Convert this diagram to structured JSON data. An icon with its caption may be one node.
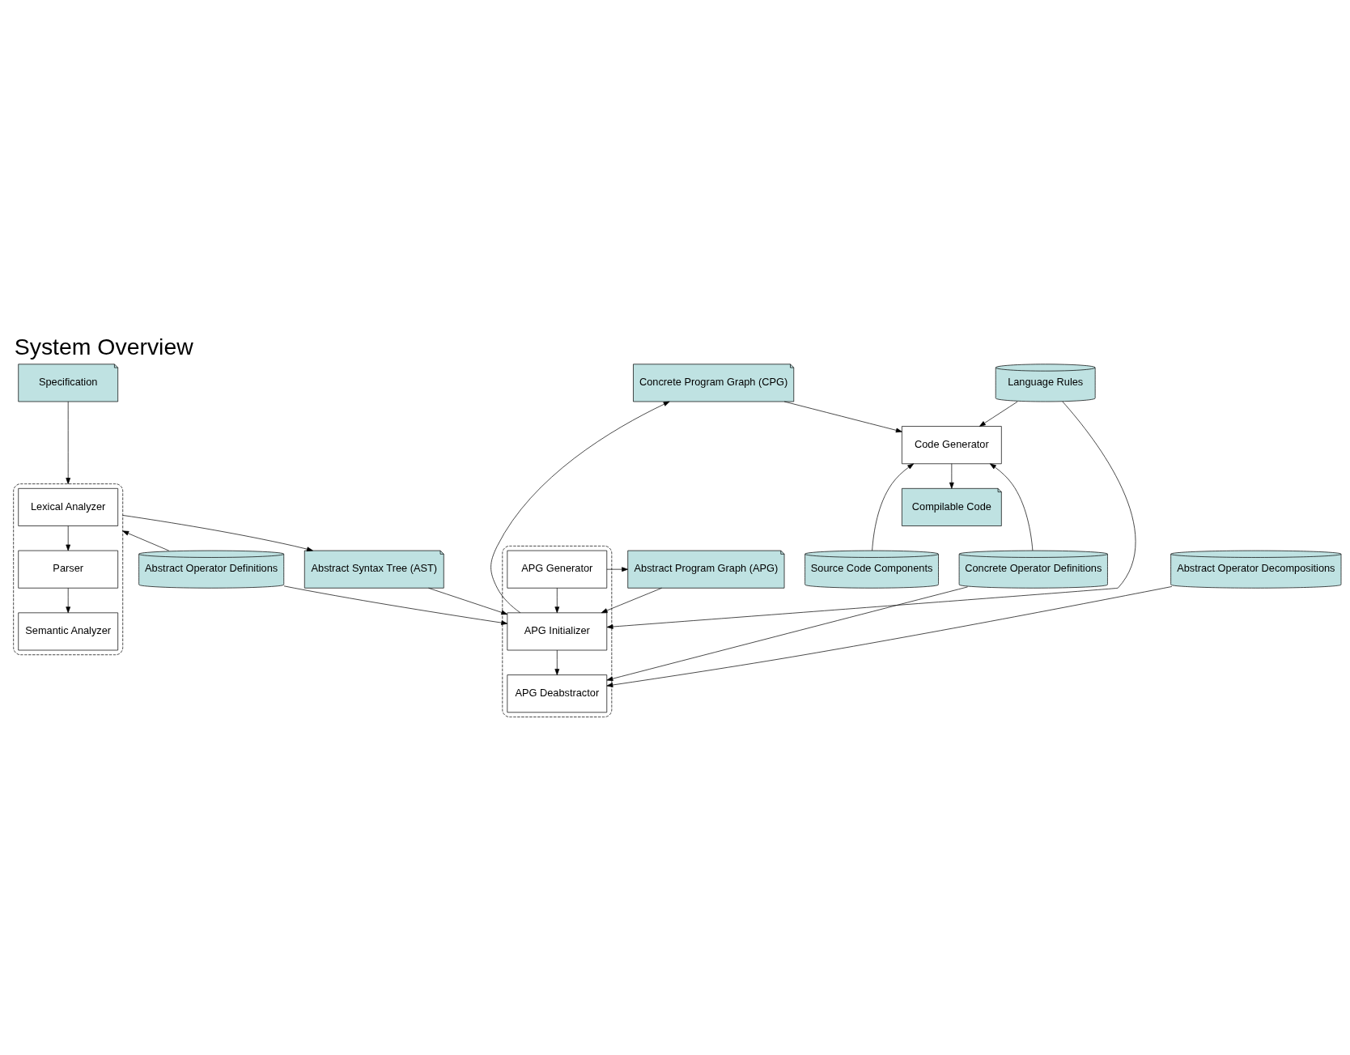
{
  "diagram": {
    "title": "System Overview",
    "nodes": [
      {
        "text": [
          "Specification"
        ]
      },
      {
        "text": [],
        "shape": "box"
      },
      {
        "text": [
          "Lexical Analyzer"
        ],
        "in": 1
      },
      {
        "text": [
          "Parser"
        ],
        "in": 1
      },
      {
        "text": [
          "Semantic Analyzer"
        ],
        "in": 1
      },
      {
        "text": [
          "Abstract Program Graph (APG)"
        ]
      },
      {
        "text": [
          "Abstract Syntax Tree (AST)"
        ]
      },
      {
        "text": [],
        "shape": "box"
      },
      {
        "text": [
          "APG Generator"
        ],
        "in": 7
      },
      {
        "text": [
          "APG Initializer"
        ],
        "in": 7
      },
      {
        "text": [
          "APG Deabstractor"
        ],
        "in": 7
      },
      {
        "text": [
          "Language Rules"
        ]
      },
      {
        "text": [
          "Concrete Program Graph (CPG)"
        ]
      },
      {
        "text": [
          "Code Generator"
        ]
      },
      {
        "text": [
          "Compilable Code"
        ]
      },
      {
        "text": [
          "Abstract Operator Definitions"
        ]
      },
      {
        "text": [
          "Abstract Operator Decompositions"
        ]
      },
      {
        "text": [
          "Concrete Operator Definitions"
        ]
      },
      {
        "text": [
          "Source Code Components"
        ]
      }
    ],
    "edges": [
      {
        "from": 0,
        "to": 1,
        "arrow": "to"
      },
      {
        "from": 2,
        "to": 3,
        "arrow": "to"
      },
      {
        "from": 3,
        "to": 4,
        "arrow": "to"
      },
      {
        "from": 1,
        "to": 6,
        "arrow": "to"
      },
      {
        "from": 6,
        "to": 9,
        "arrow": "to"
      },
      {
        "from": 8,
        "to": 5,
        "arrow": "to"
      },
      {
        "from": 5,
        "to": 9,
        "arrow": "to"
      },
      {
        "from": 8,
        "to": 9,
        "arrow": "to"
      },
      {
        "from": 9,
        "to": 10,
        "arrow": "to"
      },
      {
        "from": 11,
        "to": 9,
        "arrow": "to"
      },
      {
        "from": 11,
        "to": 13,
        "arrow": "to"
      },
      {
        "from": 9,
        "to": 12,
        "arrow": "to"
      },
      {
        "from": 12,
        "to": 13,
        "arrow": "to"
      },
      {
        "from": 13,
        "to": 14,
        "arrow": "to"
      },
      {
        "from": 15,
        "to": 1,
        "arrow": "to"
      },
      {
        "from": 15,
        "to": 9,
        "arrow": "to"
      },
      {
        "from": 16,
        "to": 10,
        "arrow": "to"
      },
      {
        "from": 17,
        "to": 10,
        "arrow": "to"
      },
      {
        "from": 17,
        "to": 13,
        "arrow": "to"
      },
      {
        "from": 18,
        "to": 13,
        "arrow": "to"
      }
    ]
  }
}
